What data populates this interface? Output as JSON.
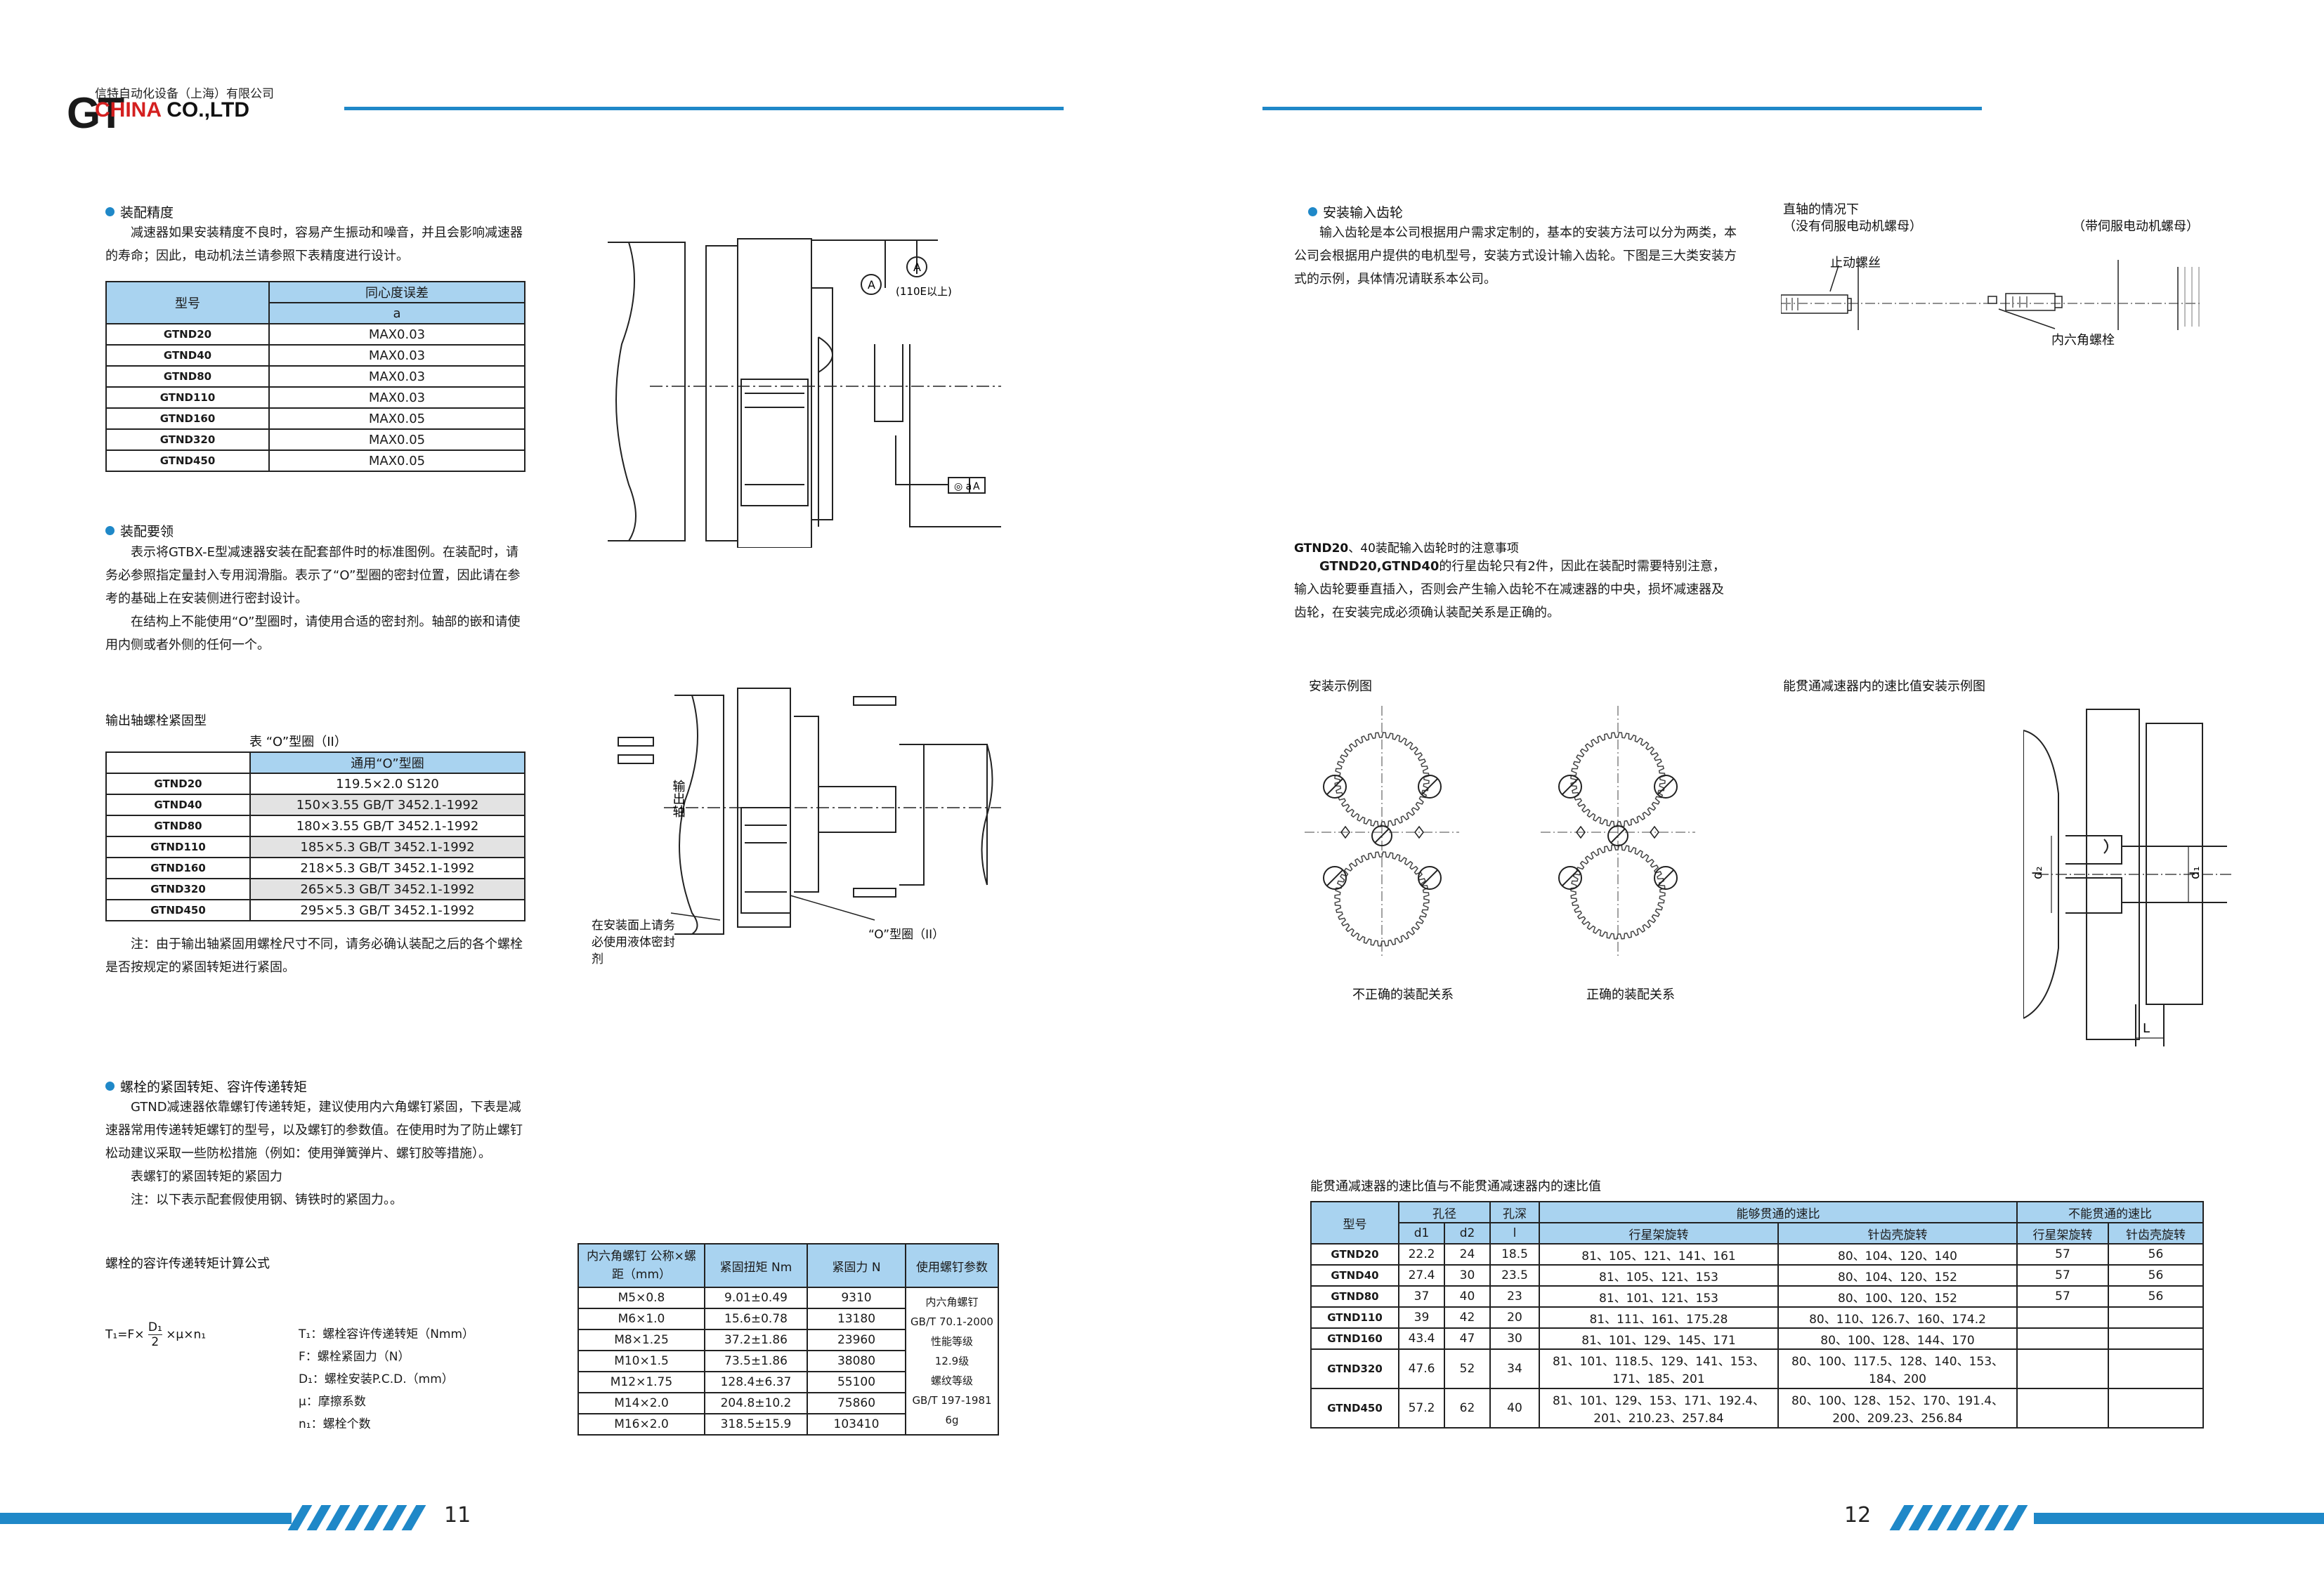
{
  "header": {
    "logo_text": "GT",
    "company_cn": "信特自动化设备（上海）有限公司",
    "company_en_red": "CHINA",
    "company_en_black": "CO.,LTD"
  },
  "left": {
    "assembly_accuracy": {
      "title": "装配精度",
      "body": "减速器如果安装精度不良时，容易产生振动和噪音，并且会影响减速器的寿命；因此，电动机法兰请参照下表精度进行设计。",
      "table": {
        "col_model": "型号",
        "col_conc": "同心度误差",
        "col_conc_sub": "a",
        "rows": [
          {
            "model": "GTND20",
            "value": "MAX0.03"
          },
          {
            "model": "GTND40",
            "value": "MAX0.03"
          },
          {
            "model": "GTND80",
            "value": "MAX0.03"
          },
          {
            "model": "GTND110",
            "value": "MAX0.03"
          },
          {
            "model": "GTND160",
            "value": "MAX0.05"
          },
          {
            "model": "GTND320",
            "value": "MAX0.05"
          },
          {
            "model": "GTND450",
            "value": "MAX0.05"
          }
        ]
      },
      "drawing_label": "(110E以上)"
    },
    "assembly_points": {
      "title": "装配要领",
      "p1": "表示将GTBX-E型减速器安装在配套部件时的标准图例。在装配时，请务必参照指定量封入专用润滑脂。表示了“O”型圈的密封位置，因此请在参考的基础上在安装侧进行密封设计。",
      "p2": "在结构上不能使用“O”型圈时，请使用合适的密封剂。轴部的嵌和请使用内侧或者外侧的任何一个。"
    },
    "oring": {
      "heading": "输出轴螺栓紧固型",
      "table_title": "表 “O”型圈（II）",
      "col_header": "通用“O”型圈",
      "rows": [
        {
          "model": "GTND20",
          "value": "119.5×2.0 S120"
        },
        {
          "model": "GTND40",
          "value": "150×3.55 GB/T 3452.1-1992"
        },
        {
          "model": "GTND80",
          "value": "180×3.55 GB/T 3452.1-1992"
        },
        {
          "model": "GTND110",
          "value": "185×5.3 GB/T 3452.1-1992"
        },
        {
          "model": "GTND160",
          "value": "218×5.3 GB/T 3452.1-1992"
        },
        {
          "model": "GTND320",
          "value": "265×5.3 GB/T 3452.1-1992"
        },
        {
          "model": "GTND450",
          "value": "295×5.3 GB/T 3452.1-1992"
        }
      ],
      "note": "注：由于输出轴紧固用螺栓尺寸不同，请务必确认装配之后的各个螺栓是否按规定的紧固转矩进行紧固。",
      "drawing_label_shaft": "输出轴",
      "drawing_label_sealant": "在安装面上请务必使用液体密封剂",
      "drawing_label_oring": "“O”型圈（II）"
    },
    "bolt": {
      "title": "螺栓的紧固转矩、容许传递转矩",
      "body": "GTND减速器依靠螺钉传递转矩，建议使用内六角螺钉紧固，下表是减速器常用传递转矩螺钉的型号，以及螺钉的参数值。在使用时为了防止螺钉松动建议采取一些防松措施（例如：使用弹簧弹片、螺钉胶等措施）。",
      "sub1": "表螺钉的紧固转矩的紧固力",
      "sub2": "注：以下表示配套假使用钢、铸铁时的紧固力。。",
      "formula_heading": "螺栓的容许传递转矩计算公式",
      "formula_lhs": "T₁=F×",
      "formula_num": "D₁",
      "formula_den": "2",
      "formula_rhs": "×μ×n₁",
      "legend": [
        "T₁：螺栓容许传递转矩（Nmm）",
        "F：螺栓紧固力（N）",
        "D₁：螺栓安装P.C.D.（mm）",
        "μ：摩擦系数",
        "n₁：螺栓个数"
      ],
      "table": {
        "h1": "内六角螺钉 公称×螺距（mm）",
        "h2": "紧固扭矩 Nm",
        "h3": "紧固力 N",
        "h4": "使用螺钉参数",
        "rows": [
          {
            "size": "M5×0.8",
            "torque": "9.01±0.49",
            "force": "9310"
          },
          {
            "size": "M6×1.0",
            "torque": "15.6±0.78",
            "force": "13180"
          },
          {
            "size": "M8×1.25",
            "torque": "37.2±1.86",
            "force": "23960"
          },
          {
            "size": "M10×1.5",
            "torque": "73.5±1.86",
            "force": "38080"
          },
          {
            "size": "M12×1.75",
            "torque": "128.4±6.37",
            "force": "55100"
          },
          {
            "size": "M14×2.0",
            "torque": "204.8±10.2",
            "force": "75860"
          },
          {
            "size": "M16×2.0",
            "torque": "318.5±15.9",
            "force": "103410"
          }
        ],
        "param_lines": [
          "内六角螺钉",
          "GB/T 70.1-2000",
          "性能等级",
          "12.9级",
          "螺纹等级",
          "GB/T 197-1981 6g"
        ]
      }
    },
    "page_number": "11"
  },
  "right": {
    "input_gear": {
      "title": "安装输入齿轮",
      "body": "输入齿轮是本公司根据用户需求定制的，基本的安装方法可以分为两类，本公司会根据用户提供的电机型号，安装方式设计输入齿轮。下图是三大类安装方式的示例，具体情况请联系本公司。",
      "straight_shaft": "直轴的情况下",
      "no_nut": "（没有伺服电动机螺母）",
      "with_nut": "（带伺服电动机螺母）",
      "set_screw": "止动螺丝",
      "hex_bolt": "内六角螺栓"
    },
    "notice": {
      "title_bold": "GTND20",
      "title_rest": "、40装配输入齿轮时的注意事项",
      "body_bold": "GTND20,GTND40",
      "body_rest": "的行星齿轮只有2件，因此在装配时需要特别注意，输入齿轮要垂直插入，否则会产生输入齿轮不在减速器的中央，损坏减速器及齿轮，在安装完成必须确认装配关系是正确的。"
    },
    "examples": {
      "install_example": "安装示例图",
      "through_example": "能贯通减速器内的速比值安装示例图",
      "wrong": "不正确的装配关系",
      "right": "正确的装配关系",
      "d2": "d₂",
      "d1": "d₁",
      "L": "L"
    },
    "ratio_table": {
      "heading": "能贯通减速器的速比值与不能贯通减速器内的速比值",
      "h_model": "型号",
      "h_bore": "孔径",
      "h_depth": "孔深",
      "h_can": "能够贯通的速比",
      "h_cannot": "不能贯通的速比",
      "h_d1": "d1",
      "h_d2": "d2",
      "h_l": "l",
      "h_planet": "行星架旋转",
      "h_pin": "针齿壳旋转",
      "rows": [
        {
          "model": "GTND20",
          "d1": "22.2",
          "d2": "24",
          "l": "18.5",
          "planet": "81、105、121、141、161",
          "pin": "80、104、120、140",
          "np": "57",
          "npin": "56"
        },
        {
          "model": "GTND40",
          "d1": "27.4",
          "d2": "30",
          "l": "23.5",
          "planet": "81、105、121、153",
          "pin": "80、104、120、152",
          "np": "57",
          "npin": "56"
        },
        {
          "model": "GTND80",
          "d1": "37",
          "d2": "40",
          "l": "23",
          "planet": "81、101、121、153",
          "pin": "80、100、120、152",
          "np": "57",
          "npin": "56"
        },
        {
          "model": "GTND110",
          "d1": "39",
          "d2": "42",
          "l": "20",
          "planet": "81、111、161、175.28",
          "pin": "80、110、126.7、160、174.2",
          "np": "",
          "npin": ""
        },
        {
          "model": "GTND160",
          "d1": "43.4",
          "d2": "47",
          "l": "30",
          "planet": "81、101、129、145、171",
          "pin": "80、100、128、144、170",
          "np": "",
          "npin": ""
        },
        {
          "model": "GTND320",
          "d1": "47.6",
          "d2": "52",
          "l": "34",
          "planet": "81、101、118.5、129、141、153、171、185、201",
          "pin": "80、100、117.5、128、140、153、184、200",
          "np": "",
          "npin": ""
        },
        {
          "model": "GTND450",
          "d1": "57.2",
          "d2": "62",
          "l": "40",
          "planet": "81、101、129、153、171、192.4、201、210.23、257.84",
          "pin": "80、100、128、152、170、191.4、200、209.23、256.84",
          "np": "",
          "npin": ""
        }
      ]
    },
    "page_number": "12"
  },
  "colors": {
    "accent": "#1f88c8",
    "header_fill": "#a9d3f0",
    "logo_red": "#d42020"
  }
}
